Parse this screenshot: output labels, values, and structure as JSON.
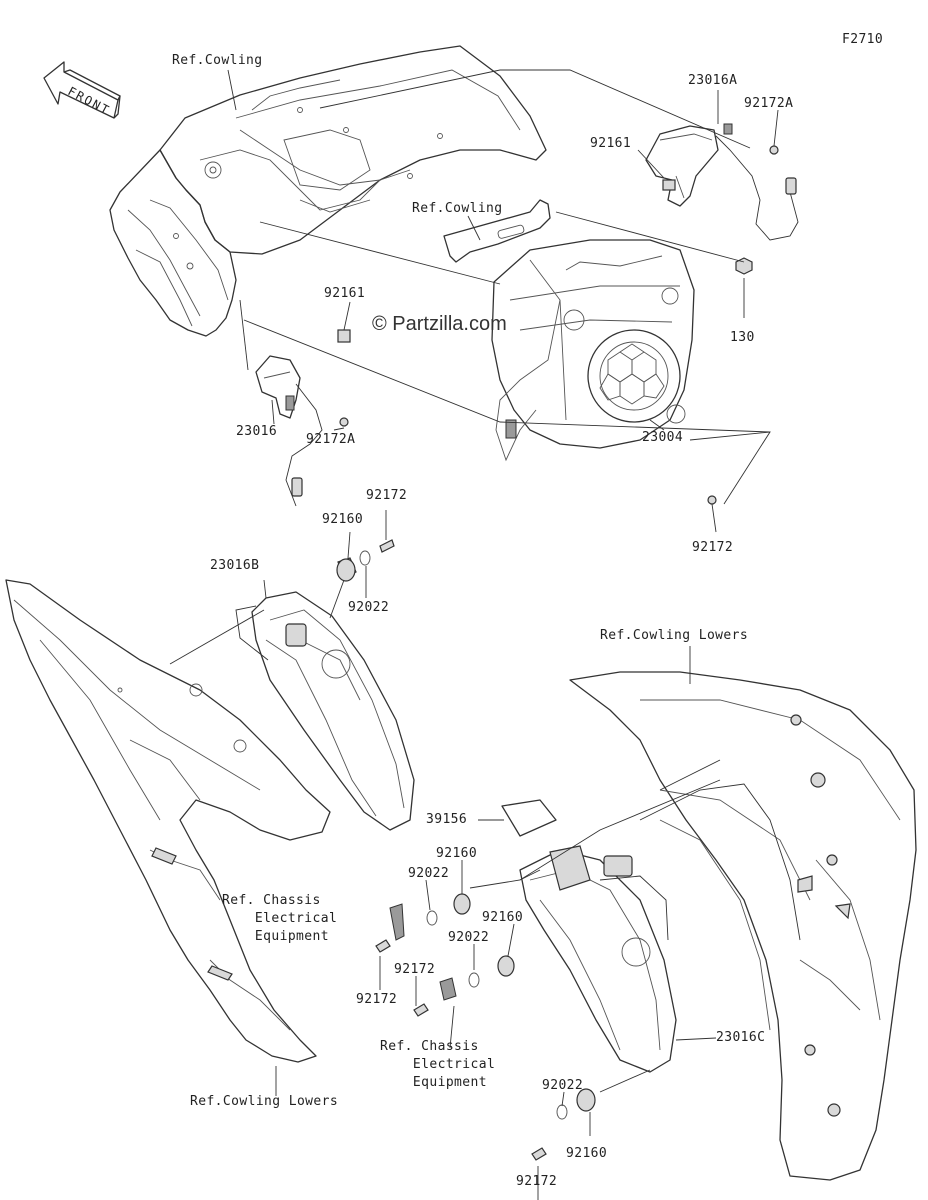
{
  "diagram_id": "F2710",
  "watermark": "© Partzilla.com",
  "direction_label": "FRONT",
  "labels": {
    "ref_cowling_top": "Ref.Cowling",
    "ref_cowling_mid": "Ref.Cowling",
    "ref_cowling_lowers_right": "Ref.Cowling Lowers",
    "ref_cowling_lowers_left": "Ref.Cowling Lowers",
    "ref_chassis_1": "Ref. Chassis\n    Electrical\n    Equipment",
    "ref_chassis_2": "Ref. Chassis\n    Electrical\n    Equipment"
  },
  "part_numbers": {
    "p23016A": "23016A",
    "p92172A_top": "92172A",
    "p92161_top": "92161",
    "p130": "130",
    "p92161_left": "92161",
    "p23016": "23016",
    "p92172A_left": "92172A",
    "p23004": "23004",
    "p92172_headlight": "92172",
    "p92172_upper": "92172",
    "p92160_upper": "92160",
    "p23016B": "23016B",
    "p92022_upper": "92022",
    "p39156": "39156",
    "p92160_mid": "92160",
    "p92022_mid": "92022",
    "p92160_mid2": "92160",
    "p92022_mid2": "92022",
    "p92172_mid": "92172",
    "p92172_mid2": "92172",
    "p23016C": "23016C",
    "p92022_low": "92022",
    "p92160_low": "92160",
    "p92172_low": "92172"
  }
}
